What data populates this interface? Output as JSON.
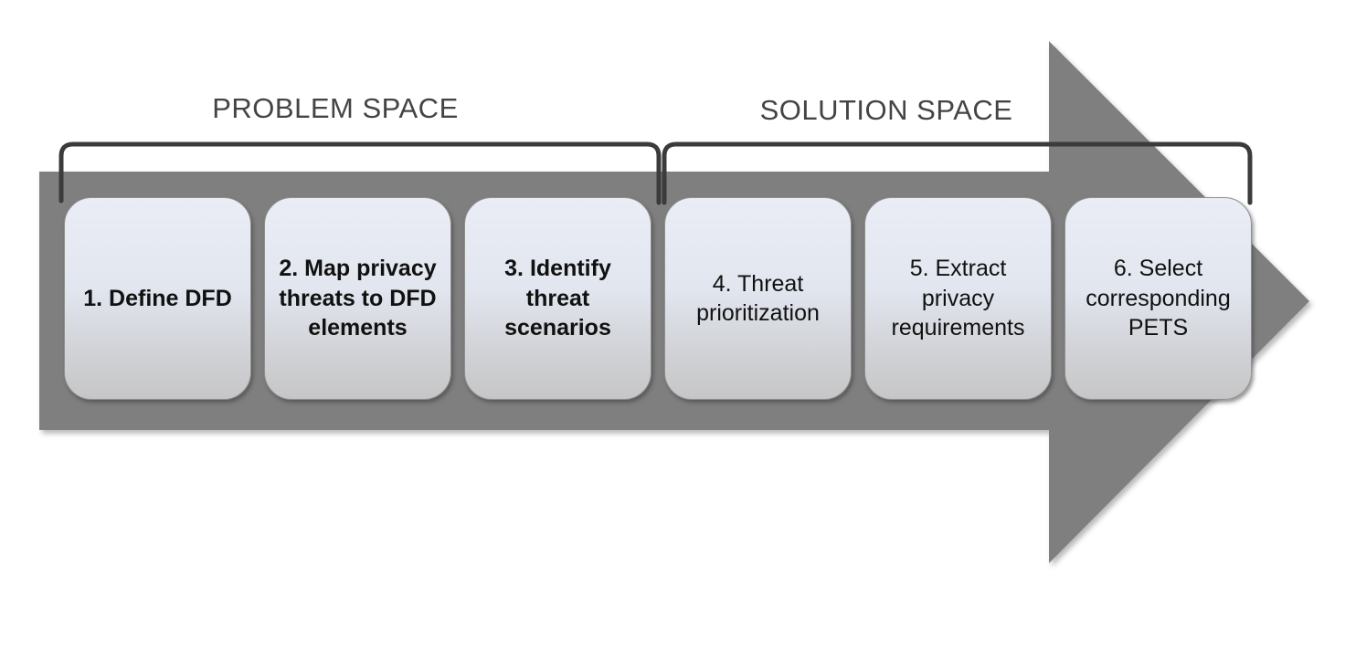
{
  "diagram": {
    "space_labels": [
      {
        "label": "PROBLEM SPACE"
      },
      {
        "label": "SOLUTION SPACE"
      }
    ],
    "steps": [
      {
        "label": "1. Define DFD"
      },
      {
        "label": "2. Map privacy threats to DFD elements"
      },
      {
        "label": "3. Identify threat scenarios"
      },
      {
        "label": "4. Threat prioritization"
      },
      {
        "label": "5. Extract privacy requirements"
      },
      {
        "label": "6. Select corresponding PETS"
      }
    ],
    "colors": {
      "arrow": "#7f7f7f",
      "bracket": "#3b3b3b",
      "label_text": "#444444",
      "step_text": "#111111",
      "box_top": "#eaedf5",
      "box_bottom": "#c6c6c7",
      "box_border": "#8f8f8f"
    }
  }
}
